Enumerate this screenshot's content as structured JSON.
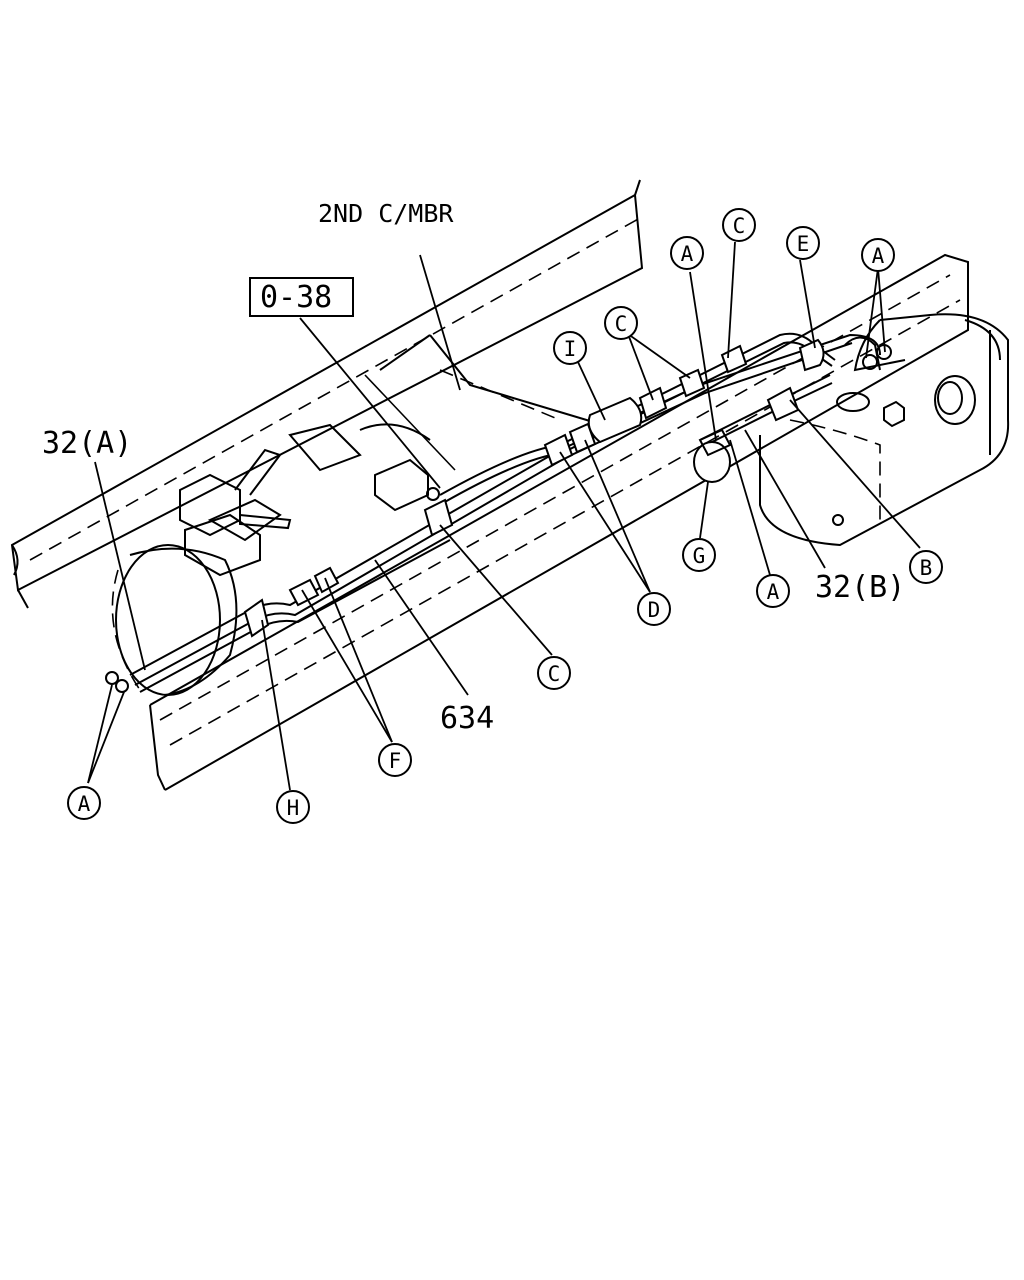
{
  "diagram": {
    "labels": {
      "second_crossmember": "2ND C/MBR",
      "ref_box": "0-38",
      "pipe_a": "32(A)",
      "pipe_b": "32(B)",
      "part_634": "634"
    },
    "callouts": {
      "a_top_left": "A",
      "c_top": "C",
      "e_top": "E",
      "a_top_right": "A",
      "c_mid": "C",
      "i_mid": "I",
      "b_right": "B",
      "a_right_low": "A",
      "g_mid": "G",
      "d_mid": "D",
      "c_low": "C",
      "f_low": "F",
      "h_low": "H",
      "a_bottom_left": "A"
    }
  }
}
